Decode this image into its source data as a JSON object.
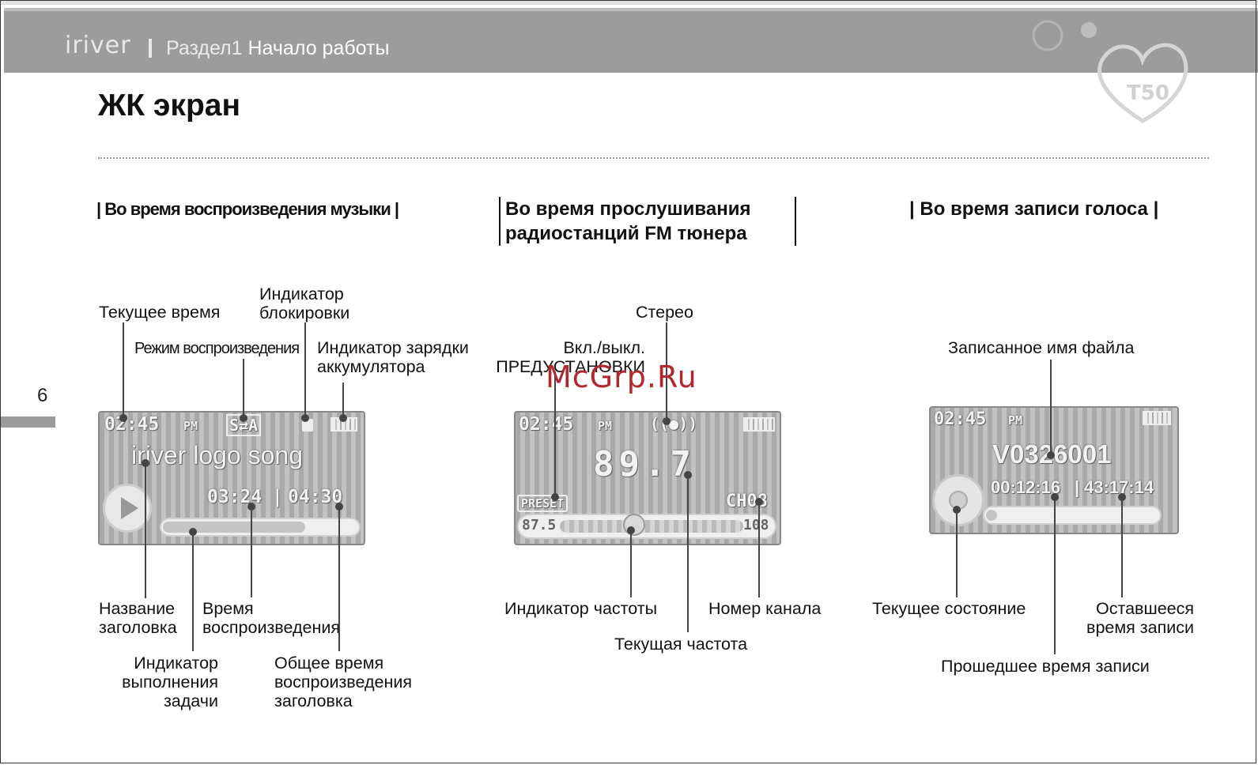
{
  "header": {
    "brand": "iriver",
    "section_num": "Раздел1",
    "section_title": "Начало работы",
    "model": "T50"
  },
  "page_title": "ЖК экран",
  "page_number": "6",
  "watermark": "McGrp.Ru",
  "music": {
    "subtitle": "Во время воспроизведения музыки",
    "screen": {
      "time": "02:45",
      "ampm": "PM",
      "song": "iriver logo song",
      "elapsed": "03:24",
      "total": "04:30"
    },
    "labels": {
      "current_time": "Текущее время",
      "play_mode": "Режим воспроизведения",
      "lock_1": "Индикатор",
      "lock_2": "блокировки",
      "battery_1": "Индикатор зарядки",
      "battery_2": "аккумулятора",
      "title_name_1": "Название",
      "title_name_2": "заголовка",
      "play_time_1": "Время",
      "play_time_2": "воспроизведения",
      "progress_1": "Индикатор",
      "progress_2": "выполнения",
      "progress_3": "задачи",
      "total_time_1": "Общее время",
      "total_time_2": "воспроизведения",
      "total_time_3": "заголовка"
    }
  },
  "fm": {
    "subtitle_1": "Во время прослушивания",
    "subtitle_2": "радиостанций FM тюнера",
    "screen": {
      "time": "02:45",
      "ampm": "PM",
      "freq": "89.7",
      "preset": "PRESET",
      "channel": "CH08",
      "min": "87.5",
      "max": "108"
    },
    "labels": {
      "stereo": "Стерео",
      "preset_1": "Вкл./выкл.",
      "preset_2": "ПРЕДУСТАНОВКИ",
      "freq_indicator": "Индикатор частоты",
      "channel_num": "Номер канала",
      "current_freq": "Текущая частота"
    }
  },
  "voice": {
    "subtitle": "Во время записи голоса",
    "screen": {
      "time": "02:45",
      "ampm": "PM",
      "filename": "V0326001",
      "elapsed": "00:12:16",
      "remaining": "43:17:14"
    },
    "labels": {
      "filename": "Записанное имя файла",
      "status": "Текущее состояние",
      "remaining_1": "Оставшееся",
      "remaining_2": "время записи",
      "elapsed": "Прошедшее время записи"
    }
  }
}
